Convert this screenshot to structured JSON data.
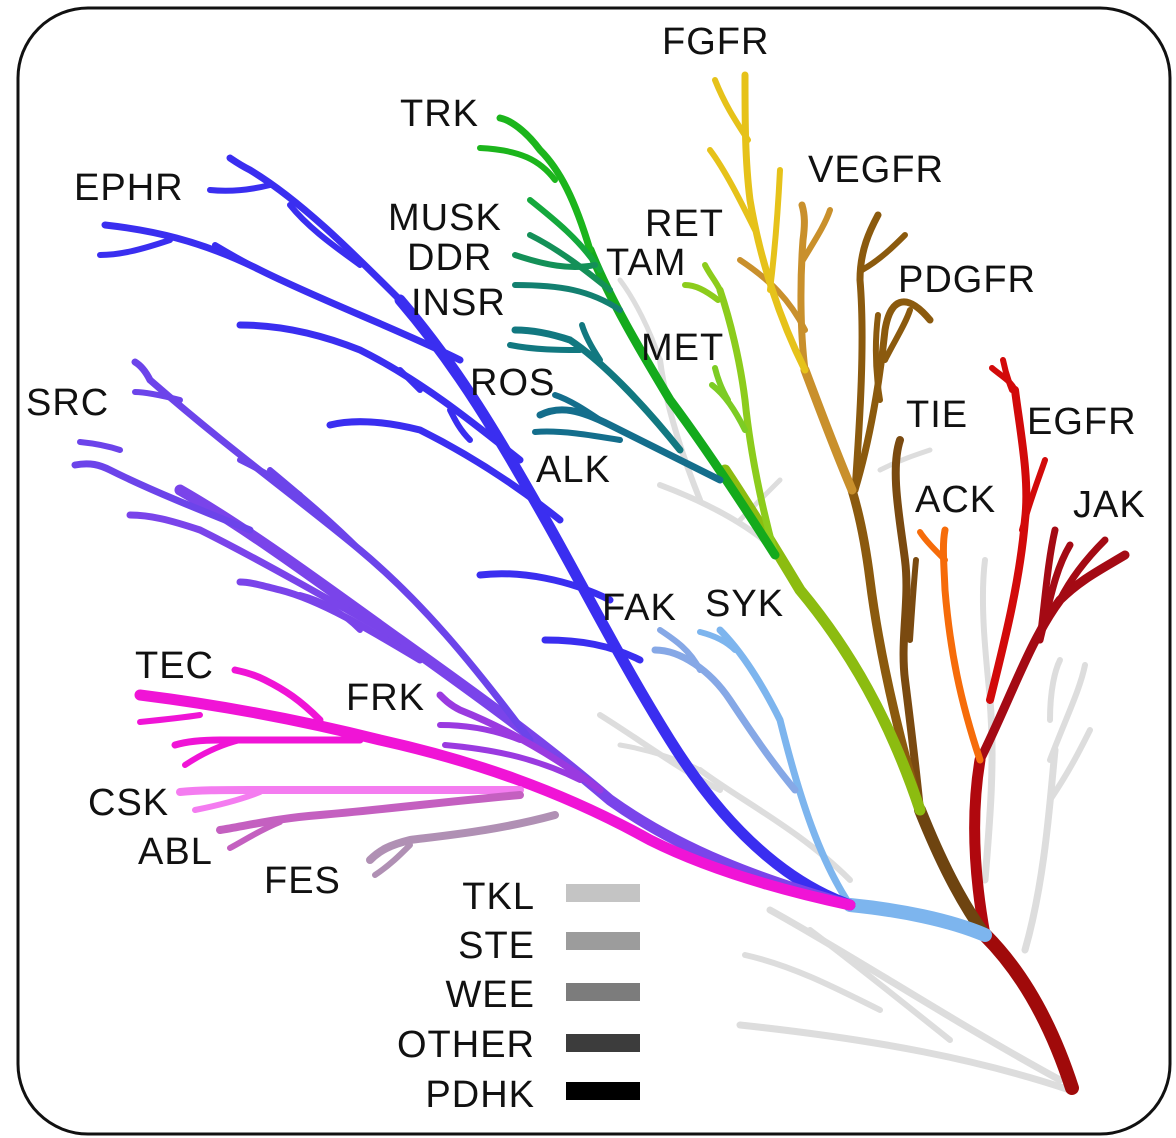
{
  "tree": {
    "families": [
      {
        "id": "fgfr",
        "label": "FGFR",
        "color": "#e6c21a"
      },
      {
        "id": "vegfr",
        "label": "VEGFR",
        "color": "#c9902c"
      },
      {
        "id": "pdgfr",
        "label": "PDGFR",
        "color": "#8b5a0e"
      },
      {
        "id": "ret",
        "label": "RET",
        "color": "#e6c21a"
      },
      {
        "id": "trk",
        "label": "TRK",
        "color": "#1cb51c"
      },
      {
        "id": "musk",
        "label": "MUSK",
        "color": "#14a83c"
      },
      {
        "id": "ddr",
        "label": "DDR",
        "color": "#149058"
      },
      {
        "id": "insr",
        "label": "INSR",
        "color": "#138070"
      },
      {
        "id": "ros",
        "label": "ROS",
        "color": "#127880"
      },
      {
        "id": "alk",
        "label": "ALK",
        "color": "#146e8c"
      },
      {
        "id": "tam",
        "label": "TAM",
        "color": "#8ccc1c"
      },
      {
        "id": "met",
        "label": "MET",
        "color": "#7ccc24"
      },
      {
        "id": "ephr",
        "label": "EPHR",
        "color": "#3a2ef0"
      },
      {
        "id": "src",
        "label": "SRC",
        "color": "#6c44ea"
      },
      {
        "id": "tec",
        "label": "TEC",
        "color": "#f014d6"
      },
      {
        "id": "frk",
        "label": "FRK",
        "color": "#9a3ae0"
      },
      {
        "id": "csk",
        "label": "CSK",
        "color": "#f47cf0"
      },
      {
        "id": "abl",
        "label": "ABL",
        "color": "#c460c0"
      },
      {
        "id": "fes",
        "label": "FES",
        "color": "#b090b4"
      },
      {
        "id": "fak",
        "label": "FAK",
        "color": "#86a8e6"
      },
      {
        "id": "syk",
        "label": "SYK",
        "color": "#76b4ee"
      },
      {
        "id": "tie",
        "label": "TIE",
        "color": "#7a4a10"
      },
      {
        "id": "ack",
        "label": "ACK",
        "color": "#f66c0a"
      },
      {
        "id": "egfr",
        "label": "EGFR",
        "color": "#d20a0a"
      },
      {
        "id": "jak",
        "label": "JAK",
        "color": "#a40a14"
      }
    ]
  },
  "legend": {
    "items": [
      {
        "label": "TKL",
        "color": "#c4c4c4"
      },
      {
        "label": "STE",
        "color": "#9c9c9c"
      },
      {
        "label": "WEE",
        "color": "#7c7c7c"
      },
      {
        "label": "OTHER",
        "color": "#3c3c3c"
      },
      {
        "label": "PDHK",
        "color": "#000000"
      }
    ]
  }
}
